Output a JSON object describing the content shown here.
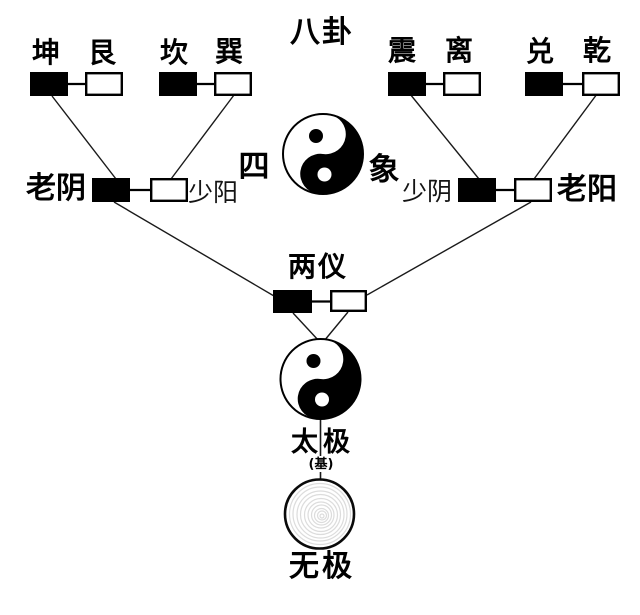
{
  "title": "八卦",
  "bagua": {
    "groups": [
      {
        "black_label": "坤",
        "white_label": "艮"
      },
      {
        "black_label": "坎",
        "white_label": "巽"
      },
      {
        "black_label": "震",
        "white_label": "离"
      },
      {
        "black_label": "兑",
        "white_label": "乾"
      }
    ]
  },
  "sixiang": {
    "left_char": "四",
    "right_char": "象",
    "lao_yin": "老阴",
    "shao_yang": "少阳",
    "shao_yin": "少阴",
    "lao_yang": "老阳"
  },
  "liangyi": {
    "label": "两仪"
  },
  "taiji": {
    "label": "太极",
    "annotation": "(基)"
  },
  "wuji": {
    "label": "无极"
  },
  "colors": {
    "yin": "#000000",
    "yang": "#ffffff",
    "line": "#1a1a1a",
    "ring": "#dcdcdc"
  }
}
